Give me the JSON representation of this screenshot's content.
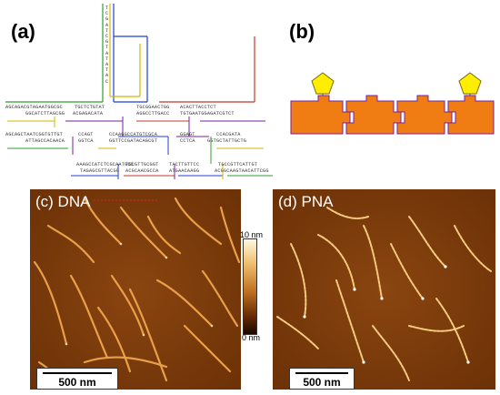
{
  "labels": {
    "a": "(a)",
    "b": "(b)",
    "c": "(c) DNA",
    "d": "(d) PNA"
  },
  "colorbar": {
    "top": "10 nm",
    "bottom": "0 nm"
  },
  "scale": {
    "c": "500 nm",
    "d": "500 nm"
  },
  "sequences": {
    "vertical": "TCGATCGTATATAC",
    "row1a": "AGCAGACGTAGAATGGCGC",
    "row1b": "GGCATCTTAGCGG",
    "row1c": "TGCTCTGTAT",
    "row1d": "ACGAGACATA",
    "row1e": "TGCGGAACTGG",
    "row1f": "AGGCCTTGACC",
    "row1g": "ACACTTACCTCT",
    "row1h": "TGTGAATGGAGATCGTCT",
    "row2a": "AGCAGCTAATCGGTGTTGT",
    "row2b": "ATTAGCCACAACA",
    "row2c": "CCAGT",
    "row2d": "GGTCA",
    "row2e": "CCAAGGCCATGTCGCA",
    "row2f": "GGTTCCGATACAGCGT",
    "row2g": "GGAGT",
    "row2h": "CCTCA",
    "row2i": "CCACGATA",
    "row2j": "GGTGCTATTGCTG",
    "row3a": "AAAGCCATCTCGCAATGCC",
    "row3b": "TAGAGCGTTACGG",
    "row3c": "TGCGTTGCGGT",
    "row3d": "ACGCAACGCCA",
    "row3e": "TACTTGTTCC",
    "row3f": "ATGAACAAGG",
    "row3g": "TGCCGTTCATTGT",
    "row3h": "ACGGCAAGTAACATTCGG"
  },
  "colors": {
    "puzzle_fill": "#f07d14",
    "puzzle_stroke": "#7a1f9e",
    "pentagon_fill": "#ffee00",
    "pentagon_stroke": "#7a6a00",
    "afm_bg": "#7a3a08",
    "afm_fiber": "#e8a04a",
    "afm_highlight": "#ffeed0"
  }
}
